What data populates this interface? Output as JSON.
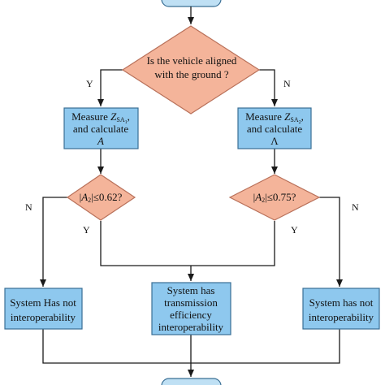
{
  "colors": {
    "process_fill": "#8ec8ee",
    "process_stroke": "#3a6f95",
    "decision_fill": "#f4b49a",
    "decision_stroke": "#b9715a",
    "terminal_fill": "#bfe0f4",
    "line": "#1a1a1a"
  },
  "decision_main": {
    "line1": "Is  the vehicle aligned",
    "line2": "with the ground ?"
  },
  "edge_labels": {
    "yes_left": "Y",
    "no_right": "N",
    "no_left": "N",
    "yes_lower_left": "Y",
    "yes_lower_right": "Y",
    "no_far_right": "N"
  },
  "measure_left": {
    "line1_prefix": "Measure ",
    "z": "Z",
    "sub": "SA",
    "sub2": "1",
    "line1_suffix": ",",
    "line2": "and calculate",
    "line3": "A"
  },
  "measure_right": {
    "line1_prefix": "Measure ",
    "z": "Z",
    "sub": "SA",
    "sub2": "2",
    "line1_suffix": ",",
    "line2": "and calculate",
    "line3": "Λ"
  },
  "decision_left": {
    "a": "A",
    "sub": "2",
    "rest": "|≤0.62?"
  },
  "decision_right": {
    "a": "A",
    "sub": "2",
    "rest": "|≤0.75?"
  },
  "outcome_left": {
    "line1": "System Has not",
    "line2": "interoperability"
  },
  "outcome_center": {
    "line1": "System has",
    "line2": "transmission",
    "line3": "efficiency",
    "line4": "interoperability"
  },
  "outcome_right": {
    "line1": "System has not",
    "line2": "interoperability"
  }
}
